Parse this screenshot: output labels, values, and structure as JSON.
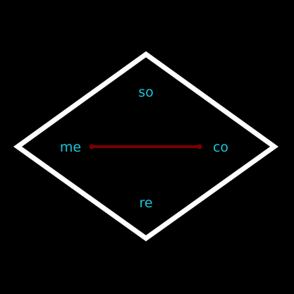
{
  "diagram": {
    "labels": {
      "top": "so",
      "left": "me",
      "right": "co",
      "bottom": "re"
    },
    "colors": {
      "background": "#000000",
      "outline": "#ffffff",
      "connector": "#7a0000",
      "label": "#19c6dc"
    }
  }
}
